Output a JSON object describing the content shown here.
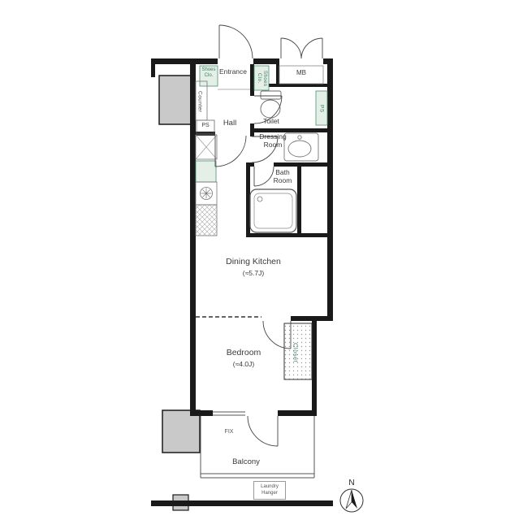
{
  "labels": {
    "entrance": "Entrance",
    "hall": "Hall",
    "toilet": "Toilet",
    "dressing_room": "Dressing Room",
    "bath_room": "Bath Room",
    "dining_kitchen": "Dining Kitchen",
    "dining_kitchen_size": "(≈5.7J)",
    "bedroom": "Bedroom",
    "bedroom_size": "(≈4.0J)",
    "balcony": "Balcony",
    "closet": "Closet",
    "counter": "Counter",
    "meter_box": "MB",
    "pipe_space_left": "PS",
    "pipe_space_right": "PS",
    "shoes_closet_left": "Shoes Clo.",
    "shoes_closet_right": "Shoes Clo.",
    "fix_window": "FIX",
    "laundry_hanger": "Laundry Hanger",
    "north": "N"
  },
  "colors": {
    "wall": "#1a1a1a",
    "gray_area": "#c9c9c9",
    "accent_green_text": "#3c7f60",
    "accent_green_fill": "#e4efe8"
  }
}
